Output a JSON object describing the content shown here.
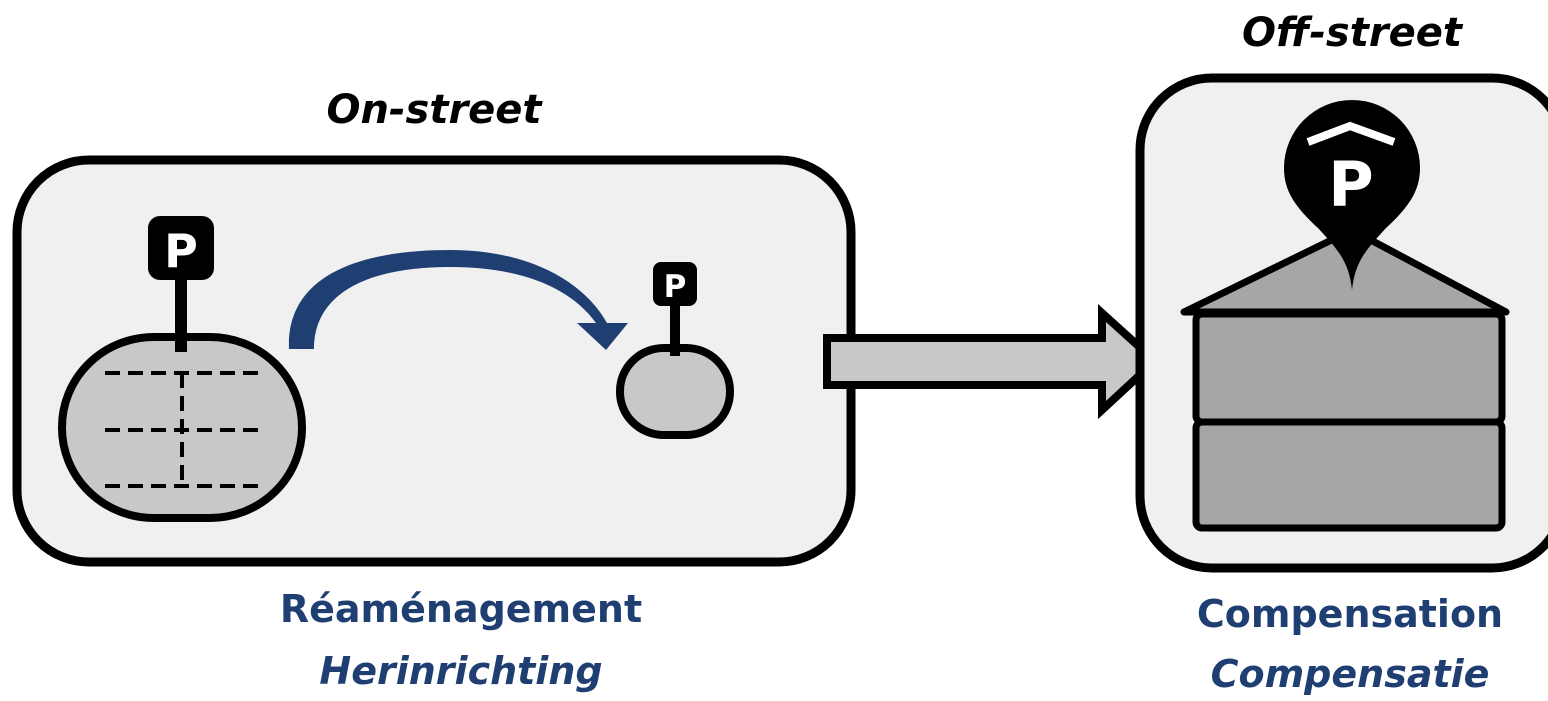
{
  "on_street": {
    "title": "On-street",
    "caption_fr": "Réaménagement",
    "caption_nl": "Herinrichting"
  },
  "off_street": {
    "title": "Off-street",
    "caption_fr": "Compensation",
    "caption_nl": "Compensatie"
  },
  "icons": {
    "parking_sign_letter": "P",
    "parking_pin_letter": "P"
  },
  "colors": {
    "panel_fill": "#f0f0f0",
    "shape_fill": "#c8c8c8",
    "building_fill": "#a6a6a6",
    "curved_arrow": "#1f3f73",
    "caption_text": "#1f3f73",
    "outline": "#000000"
  }
}
